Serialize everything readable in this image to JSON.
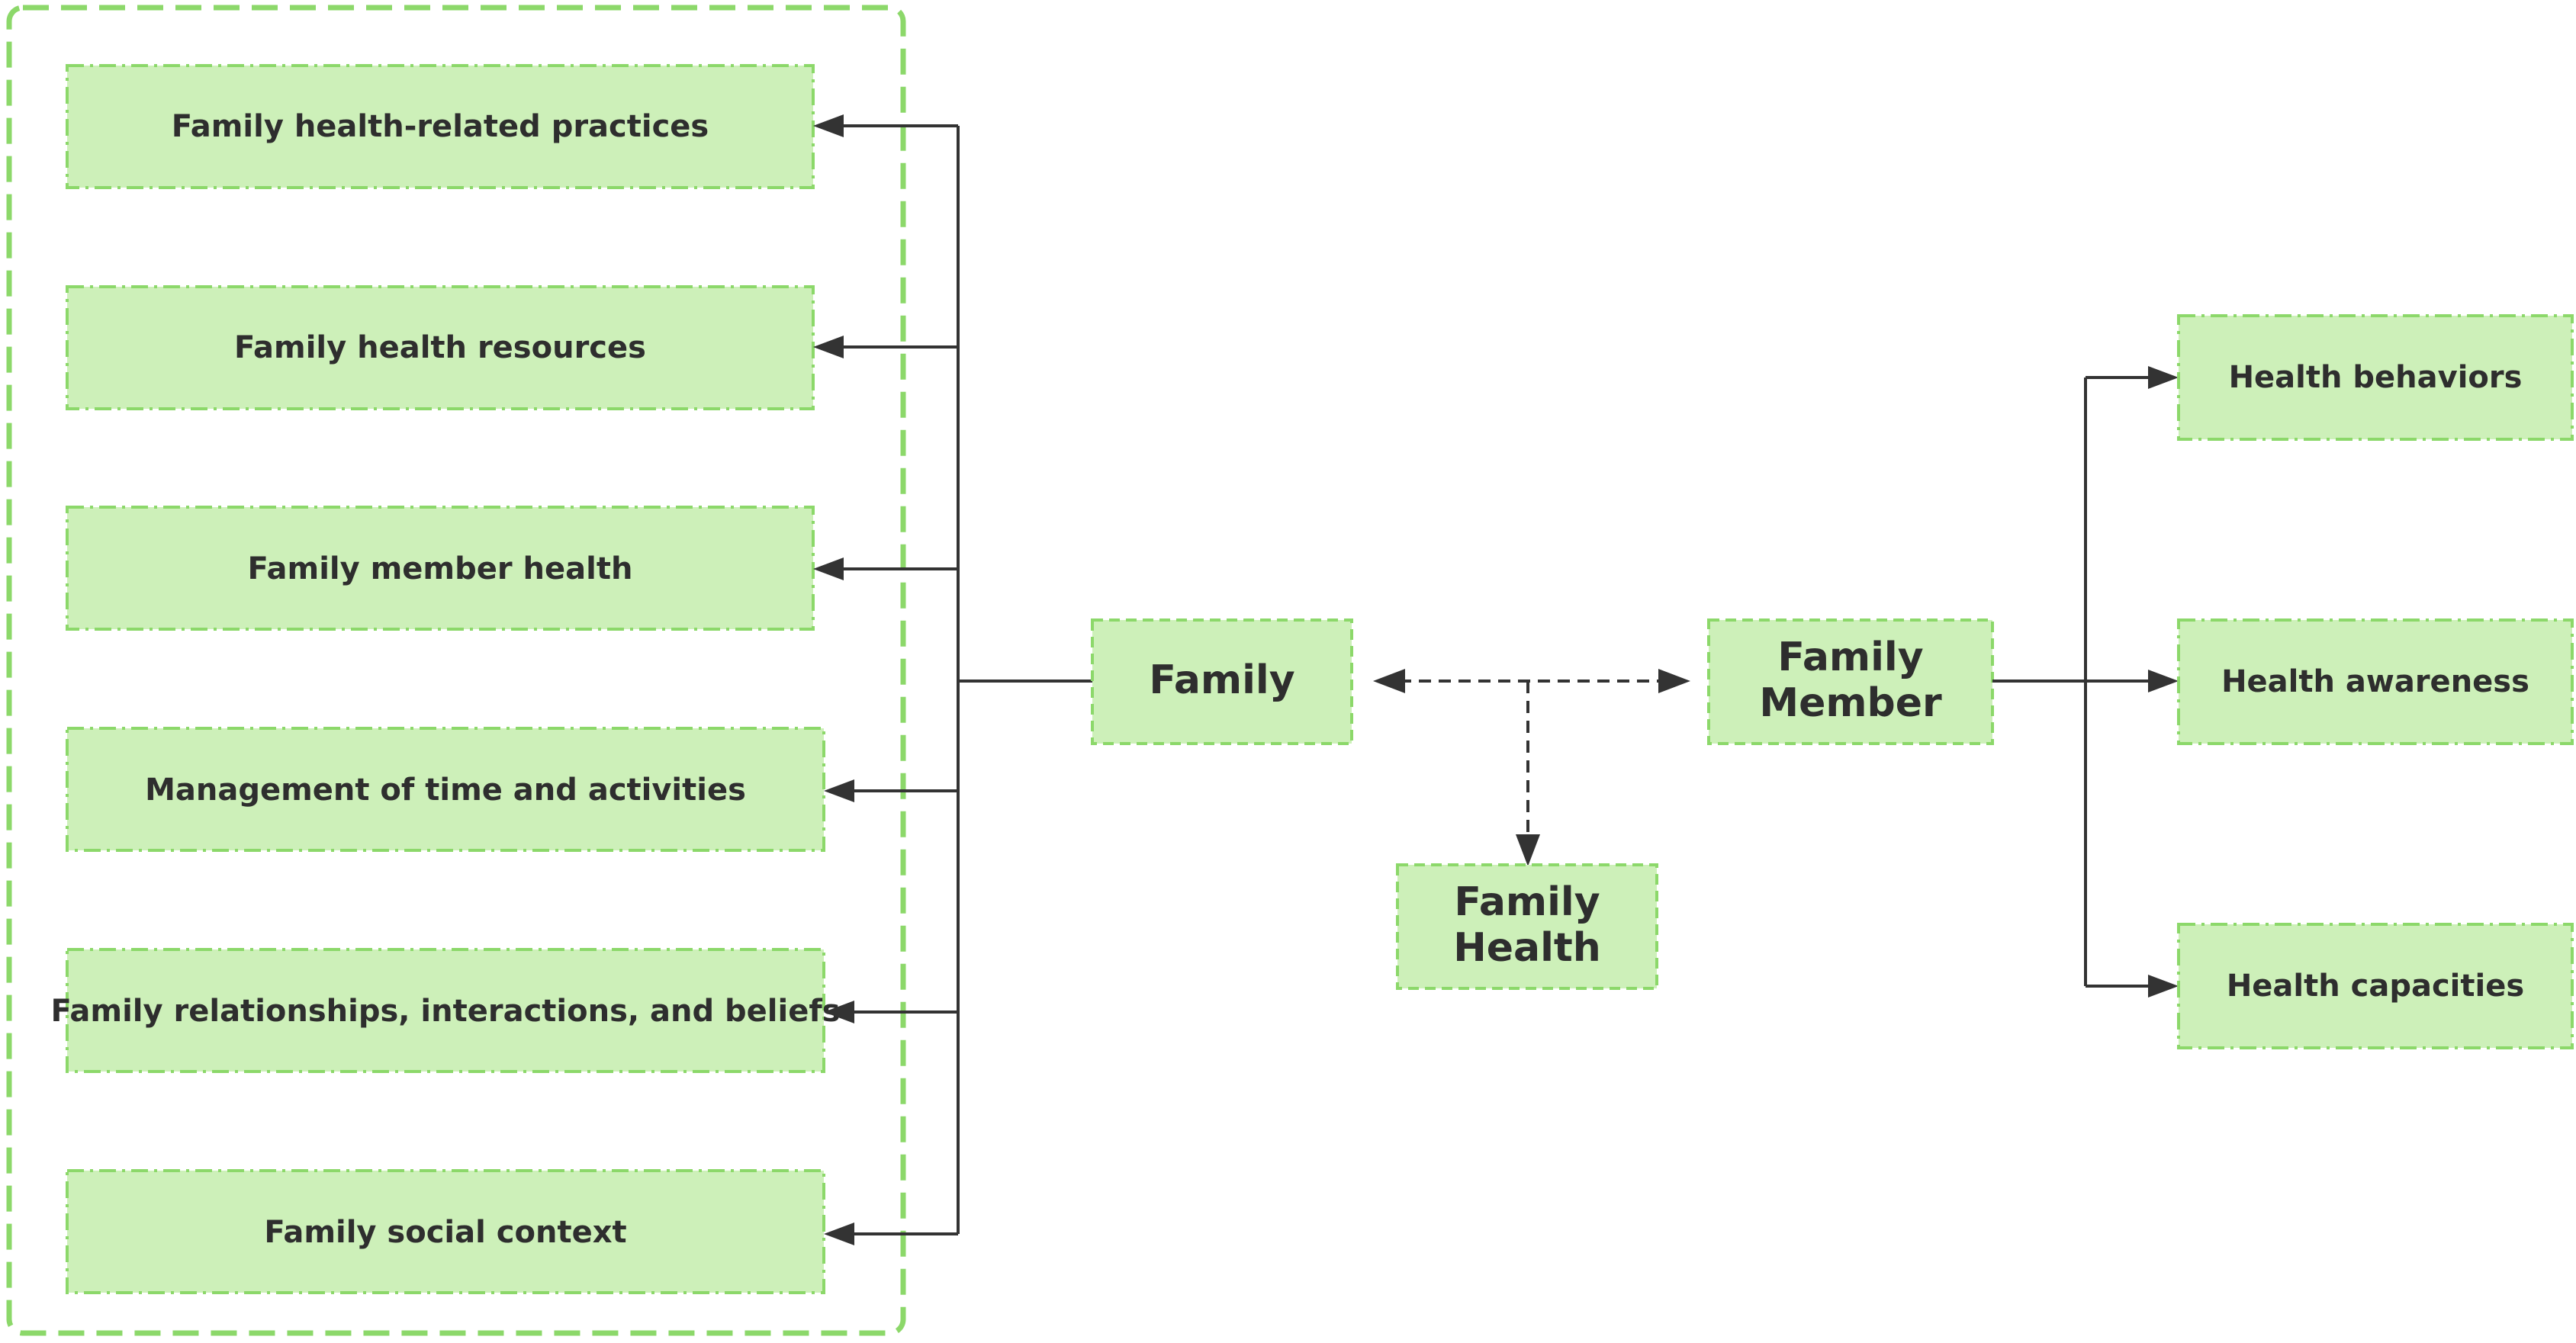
{
  "diagram": {
    "family_group": {
      "items": [
        "Family health-related practices",
        "Family health resources",
        "Family member health",
        "Management of time and activities",
        "Family relationships, interactions, and beliefs",
        "Family social context"
      ]
    },
    "family": "Family",
    "family_member": [
      "Family",
      "Member"
    ],
    "family_health": [
      "Family",
      "Health"
    ],
    "member_group": {
      "items": [
        "Health behaviors",
        "Health awareness",
        "Health capacities"
      ]
    },
    "colors": {
      "box_fill": "#cdf0b9",
      "box_border": "#8cd86a",
      "connector": "#333333",
      "text": "#2e2e2e"
    }
  }
}
